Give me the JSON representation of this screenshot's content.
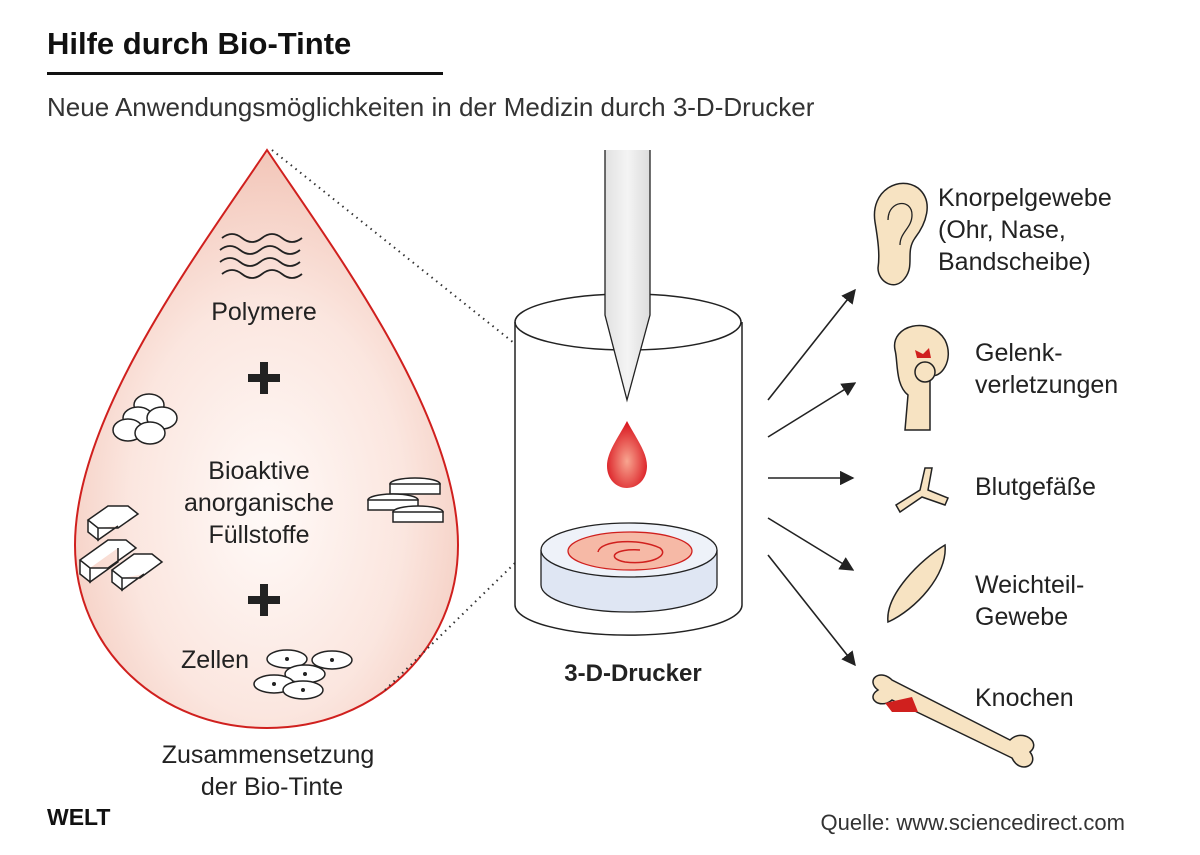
{
  "header": {
    "title": "Hilfe durch Bio-Tinte",
    "subtitle": "Neue Anwendungsmöglichkeiten in der Medizin durch 3-D-Drucker"
  },
  "drop": {
    "polymers": "Polymere",
    "fillers": [
      "Bioaktive",
      "anorganische",
      "Füllstoffe"
    ],
    "cells": "Zellen",
    "caption": [
      "Zusammensetzung",
      "der Bio-Tinte"
    ]
  },
  "printer": {
    "label": "3-D-Drucker"
  },
  "applications": [
    {
      "lines": [
        "Knorpelgewebe",
        "(Ohr, Nase,",
        "Bandscheibe)"
      ],
      "icon": "ear-icon"
    },
    {
      "lines": [
        "Gelenk-",
        "verletzungen"
      ],
      "icon": "hip-joint-icon"
    },
    {
      "lines": [
        "Blutgefäße"
      ],
      "icon": "blood-vessel-icon"
    },
    {
      "lines": [
        "Weichteil-",
        "Gewebe"
      ],
      "icon": "muscle-icon"
    },
    {
      "lines": [
        "Knochen"
      ],
      "icon": "bone-icon"
    }
  ],
  "footer": {
    "logo": "WELT",
    "source": "Quelle: www.sciencedirect.com"
  },
  "colors": {
    "accent": "#d0201e",
    "drop_fill": "#f6d3c8",
    "tissue": "#f2a88f"
  }
}
